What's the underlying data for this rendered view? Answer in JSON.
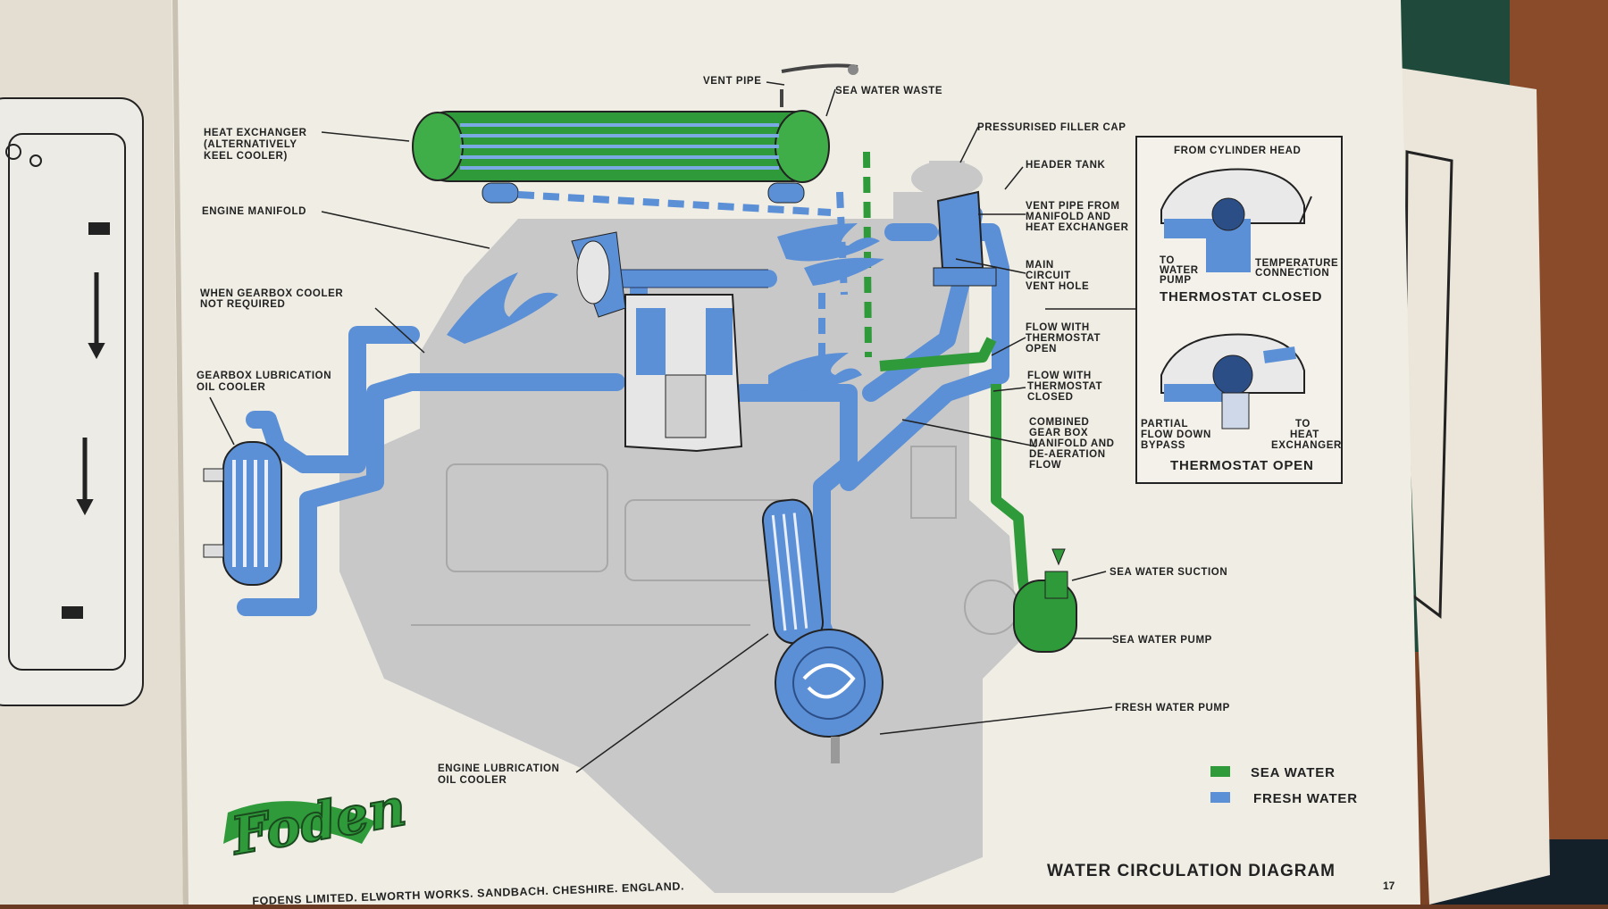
{
  "labels": {
    "vent_pipe": "VENT PIPE",
    "sea_water_waste": "SEA WATER WASTE",
    "heat_exchanger": [
      "HEAT EXCHANGER",
      "(ALTERNATIVELY",
      "KEEL COOLER)"
    ],
    "pressurised_filler_cap": "PRESSURISED FILLER CAP",
    "header_tank": "HEADER TANK",
    "engine_manifold": "ENGINE MANIFOLD",
    "vent_pipe_from_manifold": [
      "VENT PIPE FROM",
      "MANIFOLD AND",
      "HEAT EXCHANGER"
    ],
    "main_circuit_vent_hole": [
      "MAIN",
      "CIRCUIT",
      "VENT HOLE"
    ],
    "when_gearbox_cooler": [
      "WHEN GEARBOX COOLER",
      "NOT REQUIRED"
    ],
    "gearbox_lubrication": [
      "GEARBOX LUBRICATION",
      "OIL COOLER"
    ],
    "flow_thermostat_open": [
      "FLOW WITH",
      "THERMOSTAT",
      "OPEN"
    ],
    "flow_thermostat_closed": [
      "FLOW WITH",
      "THERMOSTAT",
      "CLOSED"
    ],
    "combined_flow": [
      "COMBINED",
      "GEAR BOX",
      "MANIFOLD AND",
      "DE-AERATION",
      "FLOW"
    ],
    "sea_water_suction": "SEA WATER SUCTION",
    "sea_water_pump": "SEA WATER PUMP",
    "fresh_water_pump": "FRESH WATER PUMP",
    "engine_lubrication": [
      "ENGINE LUBRICATION",
      "OIL COOLER"
    ]
  },
  "inset": {
    "from_cylinder_head": "FROM CYLINDER HEAD",
    "to_water_pump": [
      "TO",
      "WATER",
      "PUMP"
    ],
    "temperature_connection": [
      "TEMPERATURE",
      "CONNECTION"
    ],
    "thermostat_closed": "THERMOSTAT CLOSED",
    "partial_flow": [
      "PARTIAL",
      "FLOW DOWN",
      "BYPASS"
    ],
    "to_heat_exchanger": [
      "TO",
      "HEAT",
      "EXCHANGER"
    ],
    "thermostat_open": "THERMOSTAT OPEN"
  },
  "legend": {
    "sea_water": "SEA WATER",
    "fresh_water": "FRESH WATER",
    "sea_color": "#2f9a3a",
    "fresh_color": "#5b8fd6"
  },
  "logo": "Foden",
  "footer": "FODENS LIMITED. ELWORTH WORKS. SANDBACH. CHESHIRE. ENGLAND.",
  "title": "WATER CIRCULATION DIAGRAM",
  "page_number": "17"
}
